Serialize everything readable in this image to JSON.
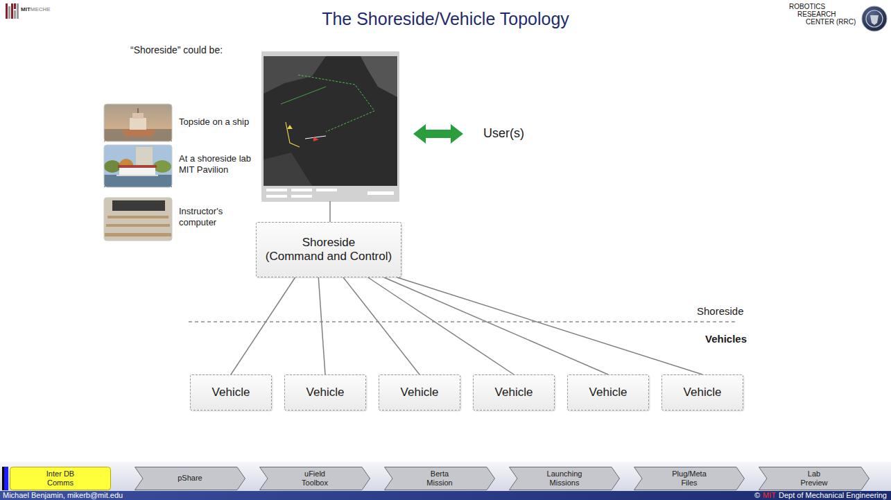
{
  "diagram": {
    "title": "The Shoreside/Vehicle Topology",
    "nodes": [
      {
        "text": [
          "Shoreside",
          "(Command and Control)"
        ]
      },
      {
        "text": [
          "Vehicle"
        ]
      },
      {
        "text": [
          "Vehicle"
        ]
      },
      {
        "text": [
          "Vehicle"
        ]
      },
      {
        "text": [
          "Vehicle"
        ]
      },
      {
        "text": [
          "Vehicle"
        ]
      },
      {
        "text": [
          "Vehicle"
        ]
      },
      {
        "text": [
          "Inter DB Comms"
        ]
      },
      {
        "text": [
          "pShare"
        ]
      },
      {
        "text": [
          "uField Toolbox"
        ]
      },
      {
        "text": [
          "Berta Mission"
        ]
      },
      {
        "text": [
          "Launching Missions"
        ]
      },
      {
        "text": [
          "Plug/Meta Files"
        ]
      },
      {
        "text": [
          "Lab Preview"
        ]
      }
    ],
    "edges": [
      {
        "from": 0,
        "to": 1,
        "arrow": "none"
      },
      {
        "from": 0,
        "to": 2,
        "arrow": "none"
      },
      {
        "from": 0,
        "to": 3,
        "arrow": "none"
      },
      {
        "from": 0,
        "to": 4,
        "arrow": "none"
      },
      {
        "from": 0,
        "to": 5,
        "arrow": "none"
      },
      {
        "from": 0,
        "to": 6,
        "arrow": "none"
      }
    ],
    "labels": [
      "MIT",
      "MECHE",
      "ROBOTICS",
      "RESEARCH",
      "CENTER (RRC)",
      "“Shoreside” could be:",
      "Topside on a ship",
      "At a shoreside lab MIT Pavilion",
      "Instructor's computer",
      "User(s)",
      "Shoreside",
      "Vehicles",
      "Michael Benjamin, mikerb@mit.edu",
      "©",
      "MIT",
      "Dept of Mechanical Engineering"
    ]
  }
}
